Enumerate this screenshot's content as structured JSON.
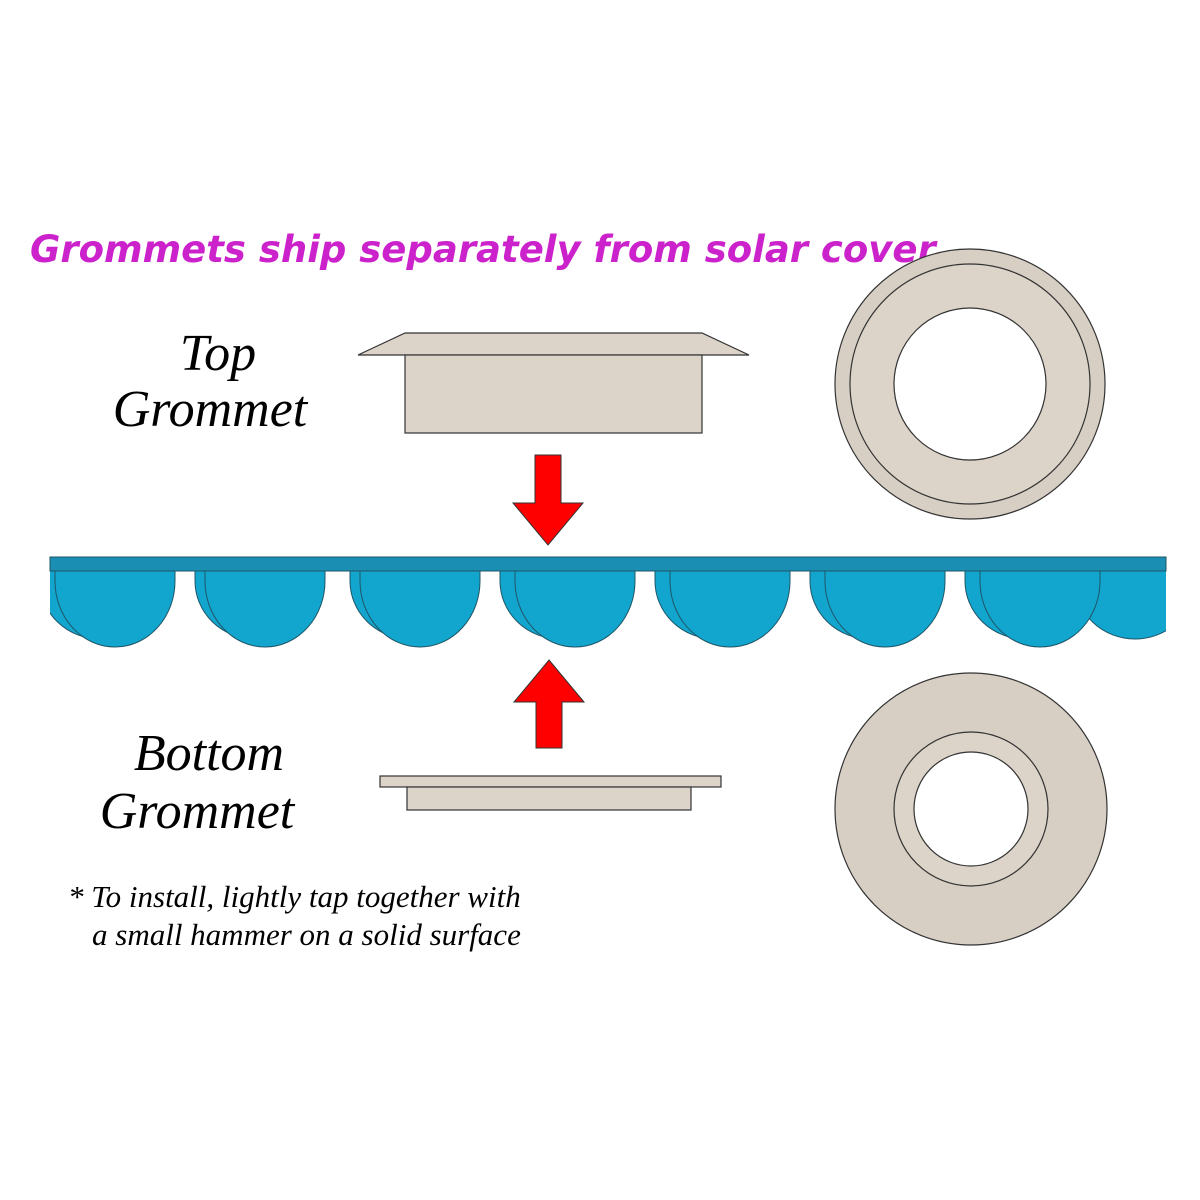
{
  "headline": "Grommets ship separately from solar cover",
  "top_label": {
    "line1": "Top",
    "line2": "Grommet"
  },
  "bottom_label": {
    "line1": "Bottom",
    "line2": "Grommet"
  },
  "note": {
    "line1": "* To install, lightly tap together with",
    "line2": "a small hammer on a solid surface"
  },
  "colors": {
    "headline": "#cc22cc",
    "grommet_fill": "#dcd3c9",
    "grommet_stroke": "#333333",
    "arrow": "#ff0000",
    "cover_top": "#1a8fb3",
    "cover_bubble": "#12a6cf"
  },
  "icons": [
    "top-grommet-side-view",
    "top-grommet-ring",
    "bottom-grommet-side-view",
    "bottom-grommet-ring",
    "down-arrow-icon",
    "up-arrow-icon",
    "solar-cover-cross-section"
  ]
}
